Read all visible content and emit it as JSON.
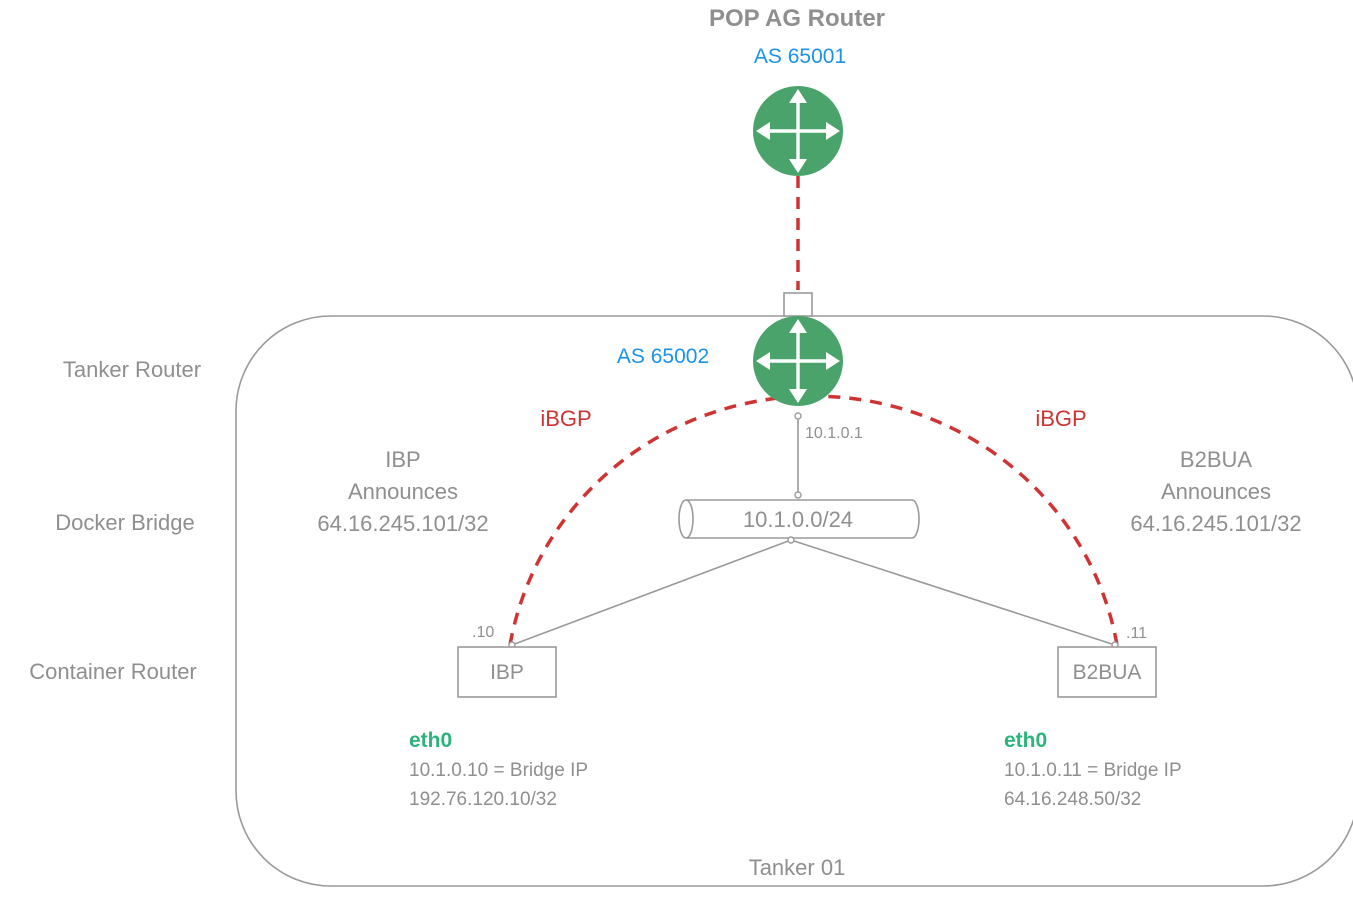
{
  "pop_router": {
    "title": "POP AG Router",
    "as_label": "AS 65001",
    "icon": "router-icon",
    "color": "#4aa36b"
  },
  "tanker_router": {
    "as_label": "AS 65002",
    "ip_label": "10.1.0.1",
    "icon": "router-icon"
  },
  "row_labels": {
    "tanker_router": "Tanker Router",
    "docker_bridge": "Docker Bridge",
    "container_router": "Container Router"
  },
  "bridge": {
    "label": "10.1.0.0/24",
    "icon": "bridge-pipe-icon"
  },
  "ibgp": {
    "left_label": "iBGP",
    "right_label": "iBGP",
    "color": "#cf3434"
  },
  "announcements": {
    "left": {
      "line1": "IBP",
      "line2": "Announces",
      "line3": "64.16.245.101/32"
    },
    "right": {
      "line1": "B2BUA",
      "line2": "Announces",
      "line3": "64.16.245.101/32"
    }
  },
  "containers": {
    "left": {
      "name": "IBP",
      "suffix": ".10",
      "iface": "eth0",
      "bridge_ip": "10.1.0.10 = Bridge IP",
      "prefix": "192.76.120.10/32"
    },
    "right": {
      "name": "B2BUA",
      "suffix": ".11",
      "iface": "eth0",
      "bridge_ip": "10.1.0.11 = Bridge IP",
      "prefix": "64.16.248.50/32"
    }
  },
  "enclosure": {
    "label": "Tanker 01"
  },
  "colors": {
    "as_blue": "#1b93e6",
    "eth_green": "#2db37c",
    "text_gray": "#8f8f8f"
  }
}
